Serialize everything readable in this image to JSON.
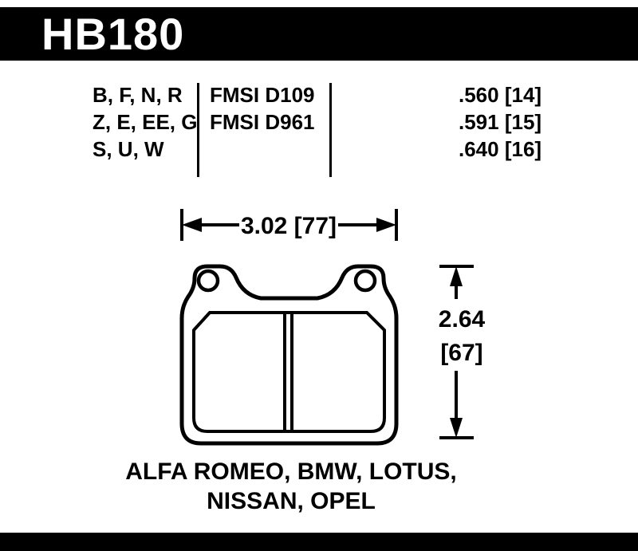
{
  "header": {
    "part_number": "HB180"
  },
  "spec_table": {
    "rows": [
      {
        "compounds": "B, F, N, R",
        "fmsi": "FMSI D109",
        "pad_thickness": ".560 [14]"
      },
      {
        "compounds": "Z, E, EE, G",
        "fmsi": "FMSI D961",
        "pad_thickness": ".591 [15]"
      },
      {
        "compounds": "S, U, W",
        "fmsi": "",
        "pad_thickness": ".640 [16]"
      }
    ]
  },
  "dimensions": {
    "width_label": "3.02 [77]",
    "height_value": "2.64",
    "height_mm": "[67]"
  },
  "applications": {
    "line1": "ALFA ROMEO, BMW, LOTUS,",
    "line2": "NISSAN, OPEL"
  },
  "colors": {
    "ink": "#000000",
    "background": "#ffffff",
    "banner_text": "#ffffff"
  }
}
